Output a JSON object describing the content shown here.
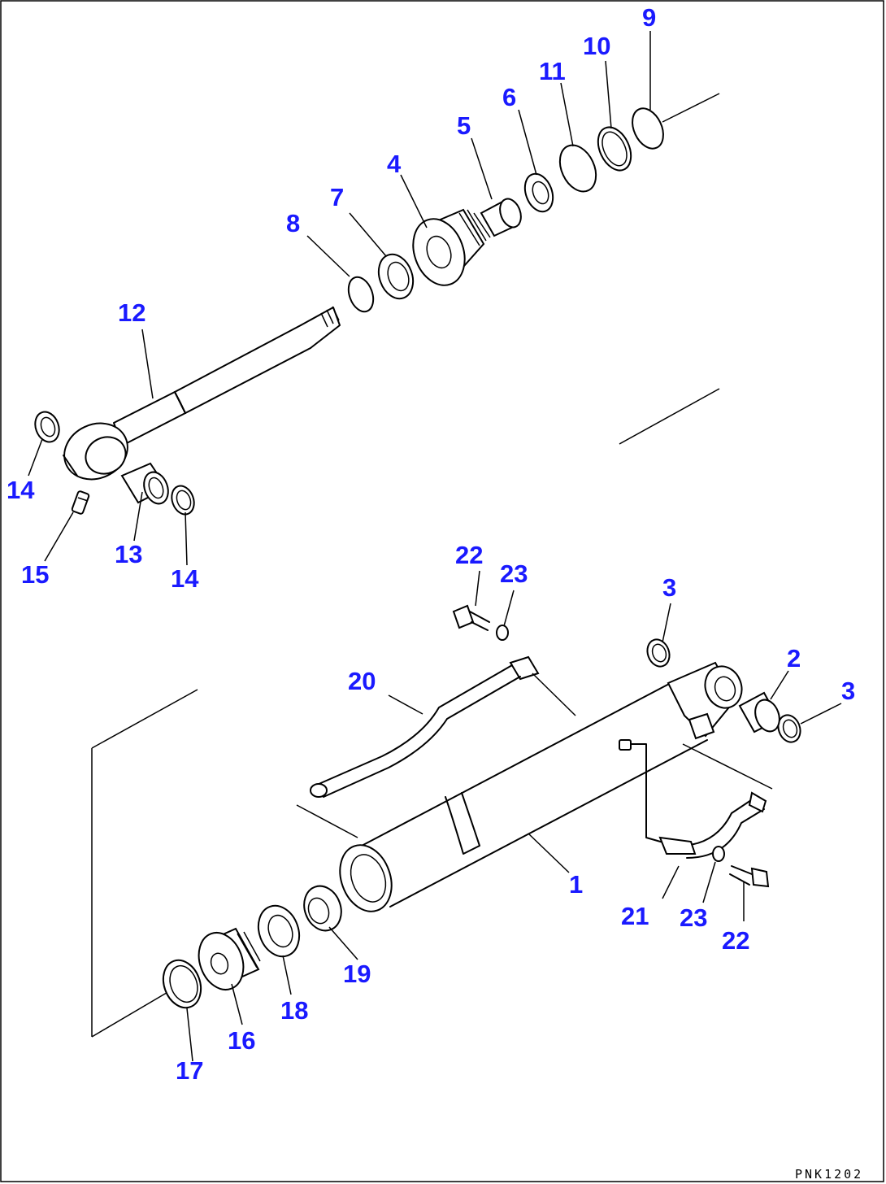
{
  "drawing_code": "PNK1202",
  "callouts": {
    "c1": "1",
    "c2": "2",
    "c3a": "3",
    "c3b": "3",
    "c4": "4",
    "c5": "5",
    "c6": "6",
    "c7": "7",
    "c8": "8",
    "c9": "9",
    "c10": "10",
    "c11": "11",
    "c12": "12",
    "c13": "13",
    "c14a": "14",
    "c14b": "14",
    "c15": "15",
    "c16": "16",
    "c17": "17",
    "c18": "18",
    "c19": "19",
    "c20": "20",
    "c21": "21",
    "c22a": "22",
    "c22b": "22",
    "c23a": "23",
    "c23b": "23"
  },
  "colors": {
    "callout": "#1a1aff",
    "line": "#000000",
    "background": "#ffffff"
  }
}
